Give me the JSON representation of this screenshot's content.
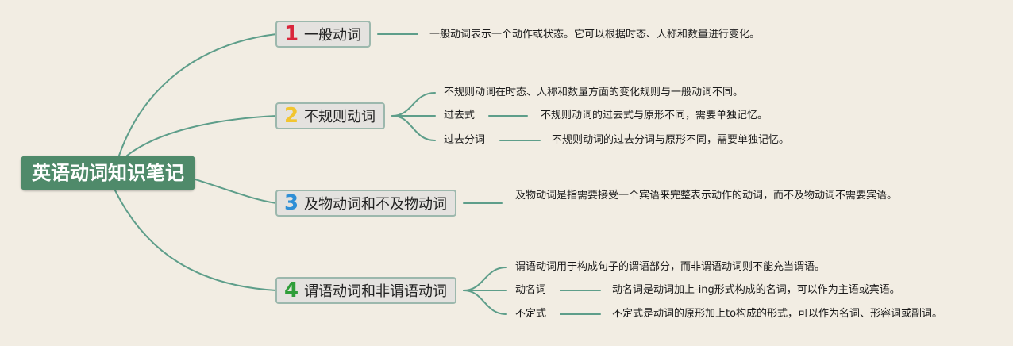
{
  "root": {
    "title": "英语动词知识笔记"
  },
  "branches": [
    {
      "number": "1",
      "color": "#d9263c",
      "label": "一般动词",
      "desc": "一般动词表示一个动作或状态。它可以根据时态、人称和数量进行变化。"
    },
    {
      "number": "2",
      "color": "#f2c530",
      "label": "不规则动词",
      "desc": "不规则动词在时态、人称和数量方面的变化规则与一般动词不同。",
      "subs": [
        {
          "term": "过去式",
          "desc": "不规则动词的过去式与原形不同，需要单独记忆。"
        },
        {
          "term": "过去分词",
          "desc": "不规则动词的过去分词与原形不同，需要单独记忆。"
        }
      ]
    },
    {
      "number": "3",
      "color": "#2f8fd6",
      "label": "及物动词和不及物动词",
      "desc": "及物动词是指需要接受一个宾语来完整表示动作的动词，而不及物动词不需要宾语。"
    },
    {
      "number": "4",
      "color": "#2f9e3a",
      "label": "谓语动词和非谓语动词",
      "desc": "谓语动词用于构成句子的谓语部分，而非谓语动词则不能充当谓语。",
      "subs": [
        {
          "term": "动名词",
          "desc": "动名词是动词加上-ing形式构成的名词，可以作为主语或宾语。"
        },
        {
          "term": "不定式",
          "desc": "不定式是动词的原形加上to构成的形式，可以作为名词、形容词或副词。"
        }
      ]
    }
  ],
  "colors": {
    "link": "#5e9e8a",
    "root_bg": "#4f8a6a",
    "background": "#f2ede3"
  }
}
